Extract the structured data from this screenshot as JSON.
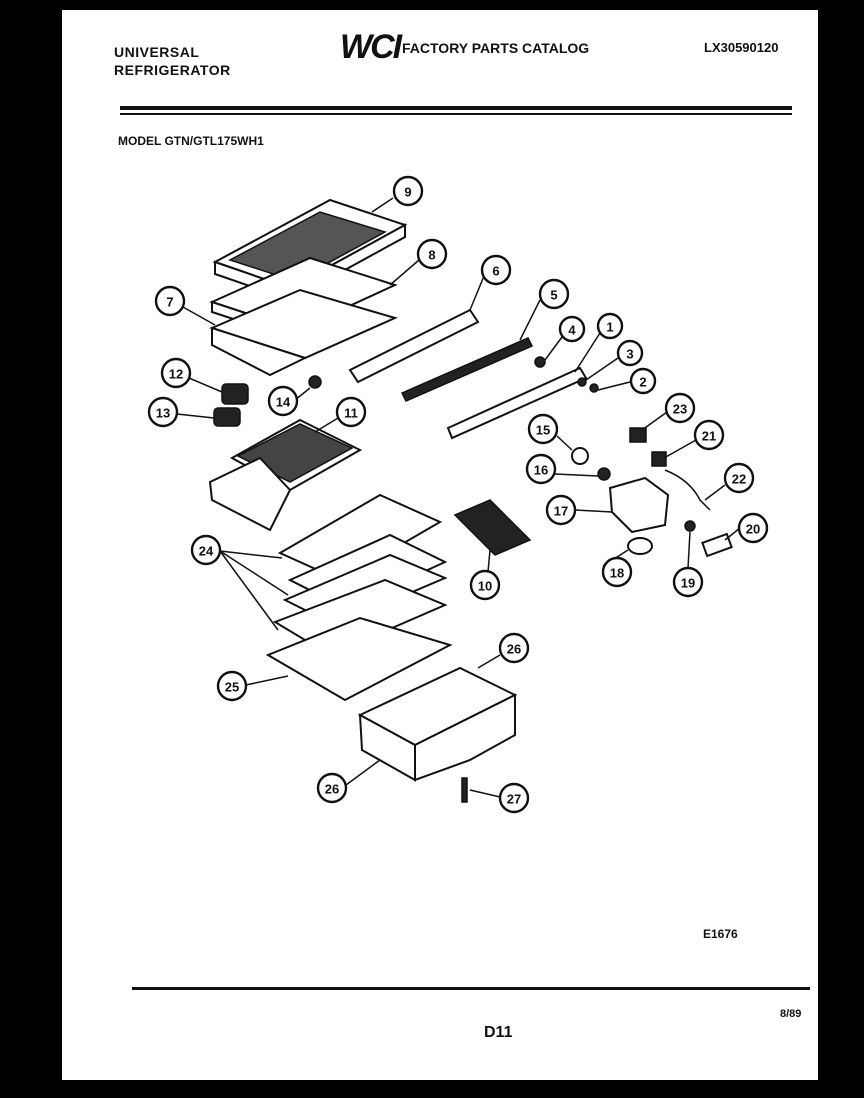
{
  "header": {
    "brand_line1": "UNIVERSAL",
    "brand_line2": "REFRIGERATOR",
    "logo": "WCI",
    "catalog_title": "FACTORY PARTS CATALOG",
    "part_number": "LX30590120",
    "model": "MODEL GTN/GTL175WH1"
  },
  "footer": {
    "diagram_code": "E1676",
    "date": "8/89",
    "page": "D11"
  },
  "callouts": {
    "c1": "1",
    "c2": "2",
    "c3": "3",
    "c4": "4",
    "c5": "5",
    "c6": "6",
    "c7": "7",
    "c8": "8",
    "c9": "9",
    "c10": "10",
    "c11": "11",
    "c12": "12",
    "c13": "13",
    "c14": "14",
    "c15": "15",
    "c16": "16",
    "c17": "17",
    "c18": "18",
    "c19": "19",
    "c20": "20",
    "c21": "21",
    "c22": "22",
    "c23": "23",
    "c24": "24",
    "c25": "25",
    "c26a": "26",
    "c26b": "26",
    "c27": "27"
  }
}
